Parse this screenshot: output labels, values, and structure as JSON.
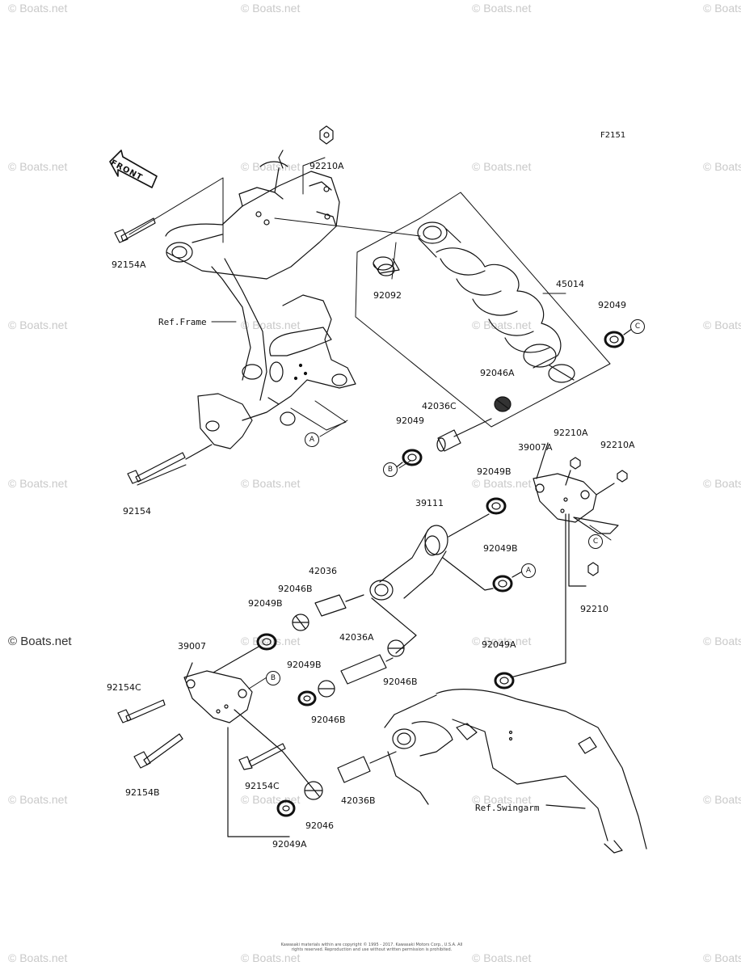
{
  "diagram_code": "F2151",
  "front_arrow_text": "FRONT",
  "watermark_text": "© Boats.net",
  "copyright_text": "Kawasaki materials within are copyright © 1995 - 2017. Kawasaki Motors Corp., U.S.A. All rights reserved. Reproduction and use without written permission is prohibited.",
  "references": {
    "frame": "Ref.Frame",
    "swingarm": "Ref.Swingarm"
  },
  "callouts": [
    "A",
    "B",
    "C"
  ],
  "parts": {
    "p92210A_top": "92210A",
    "p92154A": "92154A",
    "p92092": "92092",
    "p45014": "45014",
    "p92049_top": "92049",
    "p92046A": "92046A",
    "p42036C": "42036C",
    "p92049_mid": "92049",
    "p92154": "92154",
    "p39007A": "39007A",
    "p92210A_r1": "92210A",
    "p92210A_r2": "92210A",
    "p92049B_a": "92049B",
    "p39111": "39111",
    "p92049B_b": "92049B",
    "p92210": "92210",
    "p42036": "42036",
    "p92046B_a": "92046B",
    "p92049B_c": "92049B",
    "p39007": "39007",
    "p92154C_a": "92154C",
    "p42036A": "42036A",
    "p92046B_b": "92046B",
    "p92049B_d": "92049B",
    "p92046B_c": "92046B",
    "p92049A_r": "92049A",
    "p92154B": "92154B",
    "p92154C_b": "92154C",
    "p92046": "92046",
    "p42036B": "42036B",
    "p92049A_b": "92049A"
  }
}
